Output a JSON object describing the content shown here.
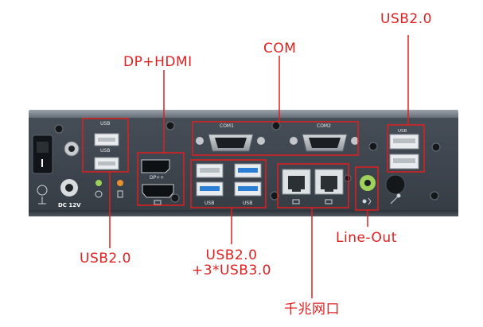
{
  "callouts": {
    "usb_top_right": "USB2.0",
    "com": "COM",
    "dp_hdmi": "DP+HDMI",
    "usb_left": "USB2.0",
    "usb_mixed_line1": "USB2.0",
    "usb_mixed_line2": "+3*USB3.0",
    "line_out": "Line-Out",
    "lan": "千兆网口"
  },
  "panel_labels": {
    "usb_a": "USB",
    "usb_b": "USB",
    "com1": "COM1",
    "com2": "COM2",
    "dp": "DP++",
    "dc": "DC 12V",
    "usb_c": "USB",
    "usb_d": "USB",
    "usb_right": "USB"
  },
  "colors": {
    "callout_red": "#e01f1f",
    "panel": "#3b434c",
    "usb3_blue": "#2a7fd4"
  },
  "icons": [
    "power-switch-icon",
    "ground-icon",
    "led-icon",
    "hdd-icon",
    "network-icon",
    "audio-icon",
    "microphone-icon",
    "screw-icon"
  ]
}
